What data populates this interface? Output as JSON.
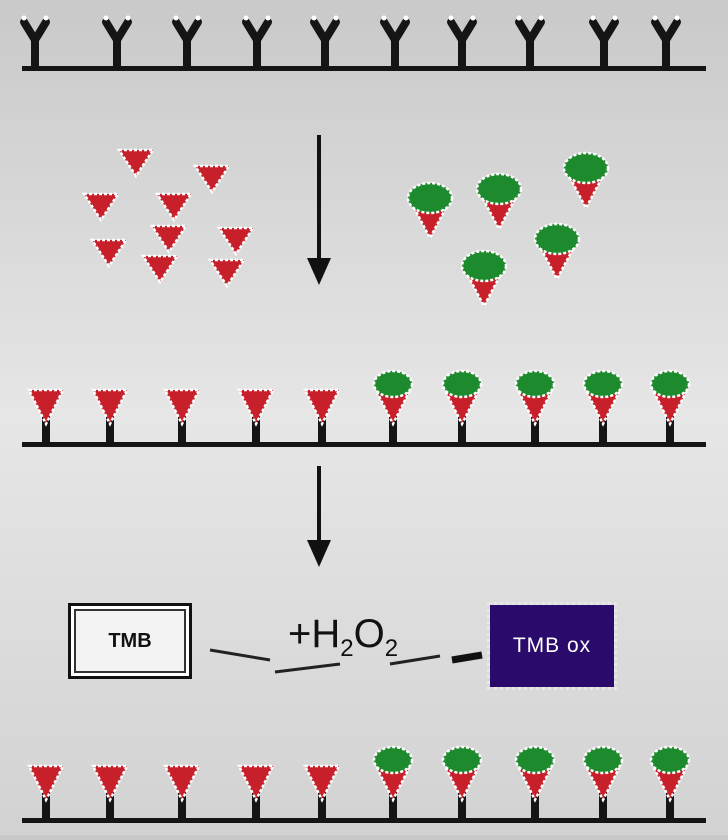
{
  "colors": {
    "antigen_red": "#c8202a",
    "enzyme_green": "#1e8a2e",
    "antibody_black": "#151515",
    "product_purple": "#2a0a6b"
  },
  "rows": {
    "row1": {
      "coated": 10,
      "bound": 0
    },
    "row3": {
      "red": 5,
      "green": 5
    },
    "row5": {
      "red": 5,
      "green": 5
    }
  },
  "free_molecules": {
    "red_count": 9,
    "green_count": 5
  },
  "reaction": {
    "substrate": "TMB",
    "reagent_prefix": "+H",
    "reagent_sub1": "2",
    "reagent_mid": "O",
    "reagent_sub2": "2",
    "product": "TMB ox"
  }
}
